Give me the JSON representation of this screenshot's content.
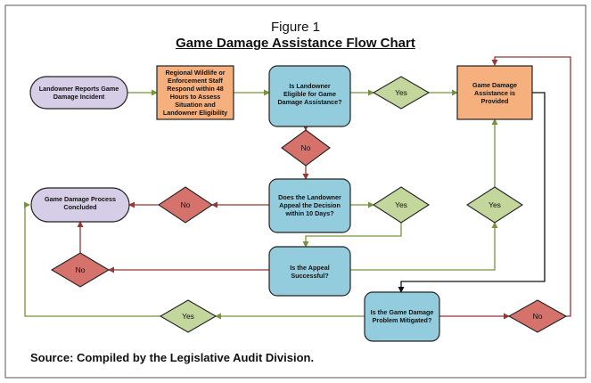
{
  "figure": {
    "label": "Figure 1",
    "title": "Game Damage Assistance Flow Chart",
    "source": "Source:  Compiled by the Legislative Audit Division."
  },
  "nodes": {
    "start": [
      "Landowner Reports Game",
      "Damage Incident"
    ],
    "respond": [
      "Regional Wildlife or",
      "Enforcement Staff",
      "Respond within 48",
      "Hours to Assess",
      "Situation and",
      "Landowner Eligibility"
    ],
    "eligible": [
      "Is Landowner",
      "Eligible for Game",
      "Damage Assistance?"
    ],
    "assistance": [
      "Game Damage",
      "Assistance is",
      "Provided"
    ],
    "concluded": [
      "Game Damage Process",
      "Concluded"
    ],
    "appeal": [
      "Does the Landowner",
      "Appeal the Decision",
      "within 10 Days?"
    ],
    "appeal_success": [
      "Is the Appeal",
      "Successful?"
    ],
    "mitigated": [
      "Is the Game Damage",
      "Problem Mitigated?"
    ]
  },
  "decisions": {
    "yes": "Yes",
    "no": "No"
  },
  "colors": {
    "purple": "#d6cde6",
    "orange": "#f6b07e",
    "blue": "#93cddd",
    "green": "#c3d69b",
    "red": "#d5726c",
    "arrow_green": "#77933c",
    "arrow_red": "#953735",
    "border": "#222222"
  }
}
